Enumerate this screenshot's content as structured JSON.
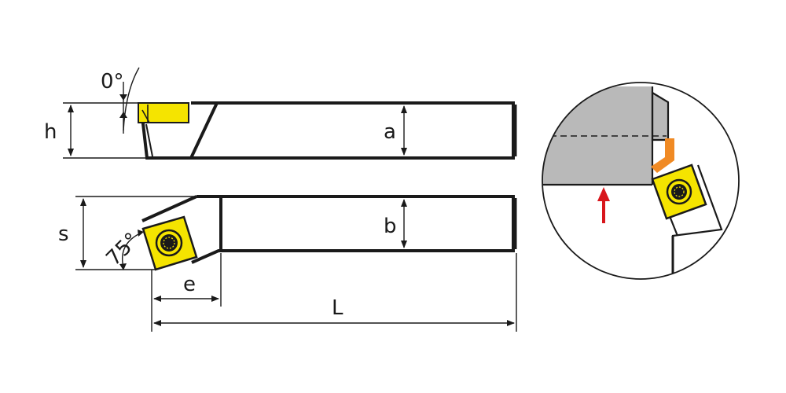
{
  "labels": {
    "h": "h",
    "a": "a",
    "s": "s",
    "b": "b",
    "e": "e",
    "L": "L",
    "rake_angle": "0°",
    "lead_angle": "75°"
  },
  "colors": {
    "insert": "#f5e400",
    "shim": "#f08a24",
    "workpiece": "#b9b9b9",
    "arrow": "#d8161c",
    "line": "#1a1a1a"
  }
}
